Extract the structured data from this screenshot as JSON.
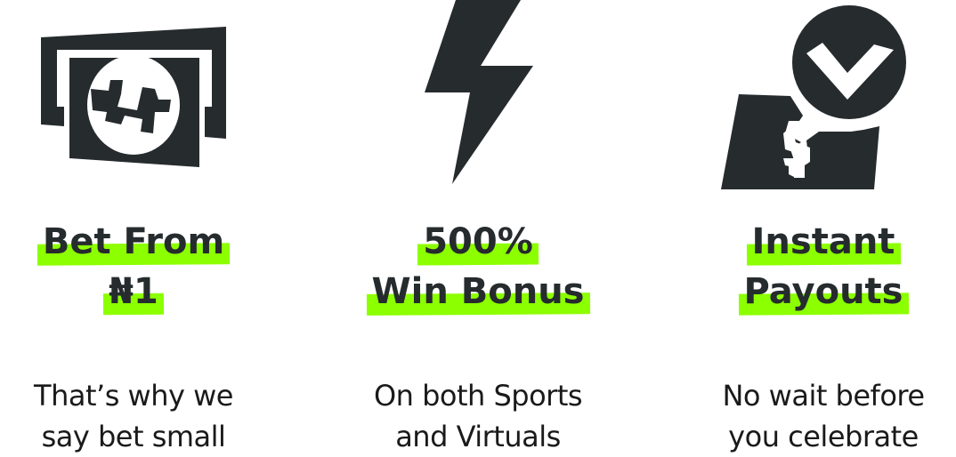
{
  "colors": {
    "accent": "#8cff00",
    "dark": "#262b2e",
    "text": "#1a1a1a",
    "background": "#ffffff"
  },
  "features": [
    {
      "icon": "cash-bill-icon",
      "title_lines": [
        "Bet From",
        "₦1"
      ],
      "description_lines": [
        "That’s why we",
        "say bet small"
      ]
    },
    {
      "icon": "lightning-bolt-icon",
      "title_lines": [
        "500%",
        "Win Bonus"
      ],
      "description_lines": [
        "On both Sports",
        "and Virtuals"
      ]
    },
    {
      "icon": "payout-check-icon",
      "title_lines": [
        "Instant",
        "Payouts"
      ],
      "description_lines": [
        "No wait before",
        "you celebrate"
      ]
    }
  ]
}
